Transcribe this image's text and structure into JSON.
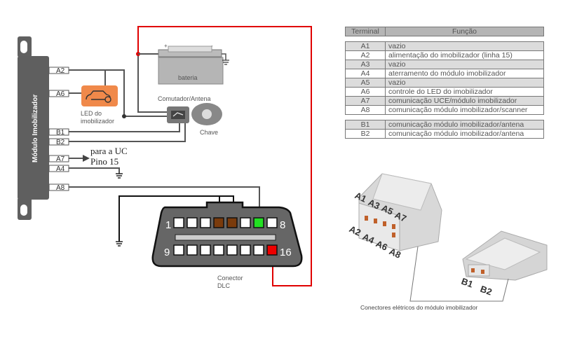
{
  "module": {
    "title": "Módulo Imobilizador",
    "pins": [
      "A2",
      "A6",
      "B1",
      "B2",
      "A7",
      "A4",
      "A8"
    ]
  },
  "led": {
    "label_line1": "LED do",
    "label_line2": "imobilizador",
    "color": "#f0894a"
  },
  "battery": {
    "label": "bateria",
    "plus": "+",
    "minus": "-"
  },
  "switch": {
    "label": "Comutador/Antena",
    "key_label": "Chave"
  },
  "uc_note": {
    "line1": "para a UC",
    "line2": "Pino 15"
  },
  "dlc": {
    "label_line1": "Conector",
    "label_line2": "DLC",
    "pin_first_top": "1",
    "pin_last_top": "8",
    "pin_first_bottom": "9",
    "pin_last_bottom": "16",
    "top_pins": [
      "white",
      "white",
      "white",
      "brown",
      "brown",
      "white",
      "green",
      "white"
    ],
    "bottom_pins": [
      "white",
      "white",
      "white",
      "white",
      "white",
      "white",
      "white",
      "red"
    ],
    "colors": {
      "white": "#ffffff",
      "brown": "#7a3b0c",
      "green": "#22e022",
      "red": "#ee0000"
    }
  },
  "wire_colors": {
    "power": "#e00000",
    "signal": "#555555",
    "black": "#111111"
  },
  "table": {
    "headers": [
      "Terminal",
      "Função"
    ],
    "group_a": [
      {
        "terminal": "A1",
        "function": "vazio"
      },
      {
        "terminal": "A2",
        "function": "alimentação do imobilizador (linha 15)"
      },
      {
        "terminal": "A3",
        "function": "vazio"
      },
      {
        "terminal": "A4",
        "function": "aterramento do módulo imobilizador"
      },
      {
        "terminal": "A5",
        "function": "vazio"
      },
      {
        "terminal": "A6",
        "function": "controle do LED do imobilizador"
      },
      {
        "terminal": "A7",
        "function": "comunicação UCE/módulo imobilizador"
      },
      {
        "terminal": "A8",
        "function": "comunicação módulo imobilizador/scanner"
      }
    ],
    "group_b": [
      {
        "terminal": "B1",
        "function": "comunicação módulo imobilizador/antena"
      },
      {
        "terminal": "B2",
        "function": "comunicação módulo imobilizador/antena"
      }
    ]
  },
  "connectors": {
    "labels_a_top": [
      "A1",
      "A3",
      "A5",
      "A7"
    ],
    "labels_a_bottom": [
      "A2",
      "A4",
      "A6",
      "A8"
    ],
    "labels_b": [
      "B1",
      "B2"
    ],
    "caption": "Conectores elétricos do módulo imobilizador"
  }
}
